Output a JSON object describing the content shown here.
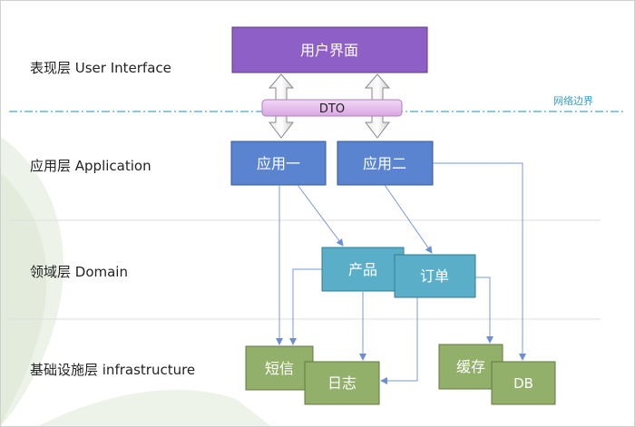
{
  "layers": [
    {
      "id": "ui",
      "label": "表现层 User Interface"
    },
    {
      "id": "app",
      "label": "应用层 Application"
    },
    {
      "id": "domain",
      "label": "领域层 Domain"
    },
    {
      "id": "infra",
      "label": "基础设施层 infrastructure"
    }
  ],
  "network_boundary_label": "网络边界",
  "dto_label": "DTO",
  "nodes": {
    "ui_box": "用户界面",
    "app_one": "应用一",
    "app_two": "应用二",
    "product": "产品",
    "order": "订单",
    "sms": "短信",
    "log": "日志",
    "cache": "缓存",
    "db": "DB"
  },
  "colors": {
    "ui_fill": "#8e5fc6",
    "app_fill": "#5b84d0",
    "domain_fill": "#5aaec8",
    "infra_fill": "#93b06b",
    "arrow": "#7a98d8",
    "boundary": "#4aa7c9",
    "dto_fill": "#e4b8ea",
    "watermark": "#e6eee0"
  }
}
